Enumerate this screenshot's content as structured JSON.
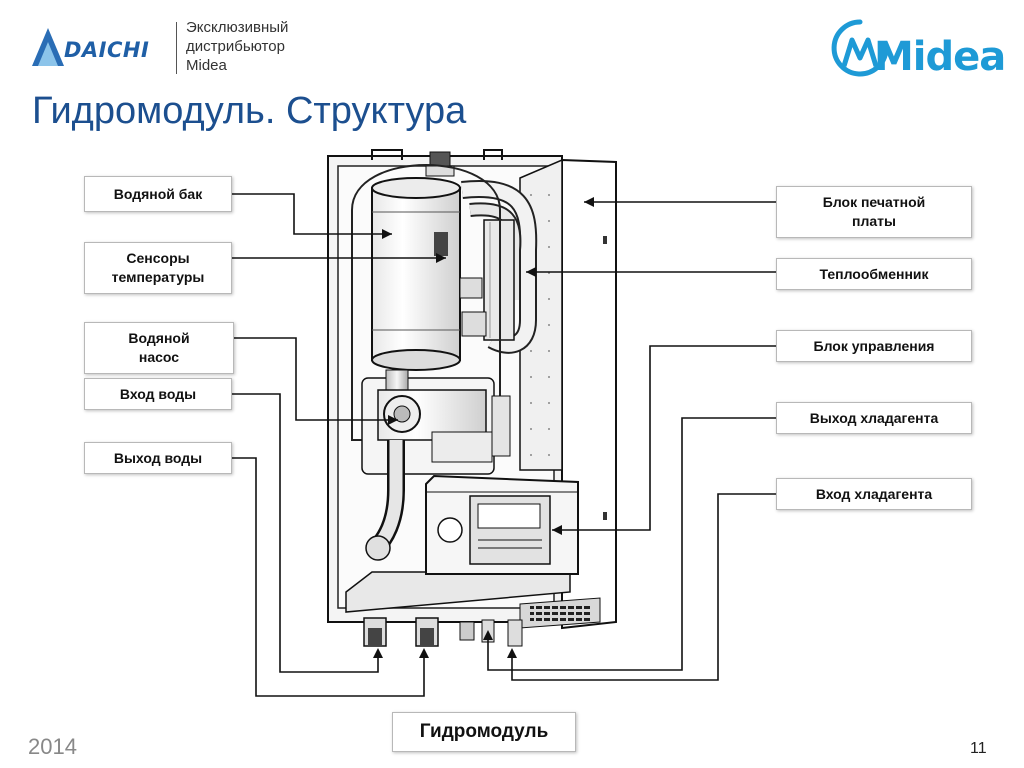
{
  "header": {
    "daichi_logo_text": "DAICHI",
    "distributor_lines": [
      "Эксклюзивный",
      "дистрибьютор",
      "Midea"
    ],
    "midea_logo_text": "Midea"
  },
  "title": "Гидромодуль. Структура",
  "labels": {
    "water_tank": "Водяной бак",
    "temp_sensors": "Сенсоры температуры",
    "water_pump": "Водяной насос",
    "water_inlet": "Вход воды",
    "water_outlet": "Выход воды",
    "pcb_block": "Блок печатной платы",
    "heat_exchanger": "Теплообменник",
    "control_block": "Блок управления",
    "refrigerant_outlet": "Выход хладагента",
    "refrigerant_inlet": "Вход хладагента"
  },
  "caption": "Гидромодуль",
  "footer": {
    "year": "2014",
    "page_number": "11"
  },
  "colors": {
    "title_blue": "#1c4f8f",
    "daichi_blue": "#1f5fa6",
    "midea_blue": "#1e9ad6",
    "line": "#111111"
  }
}
